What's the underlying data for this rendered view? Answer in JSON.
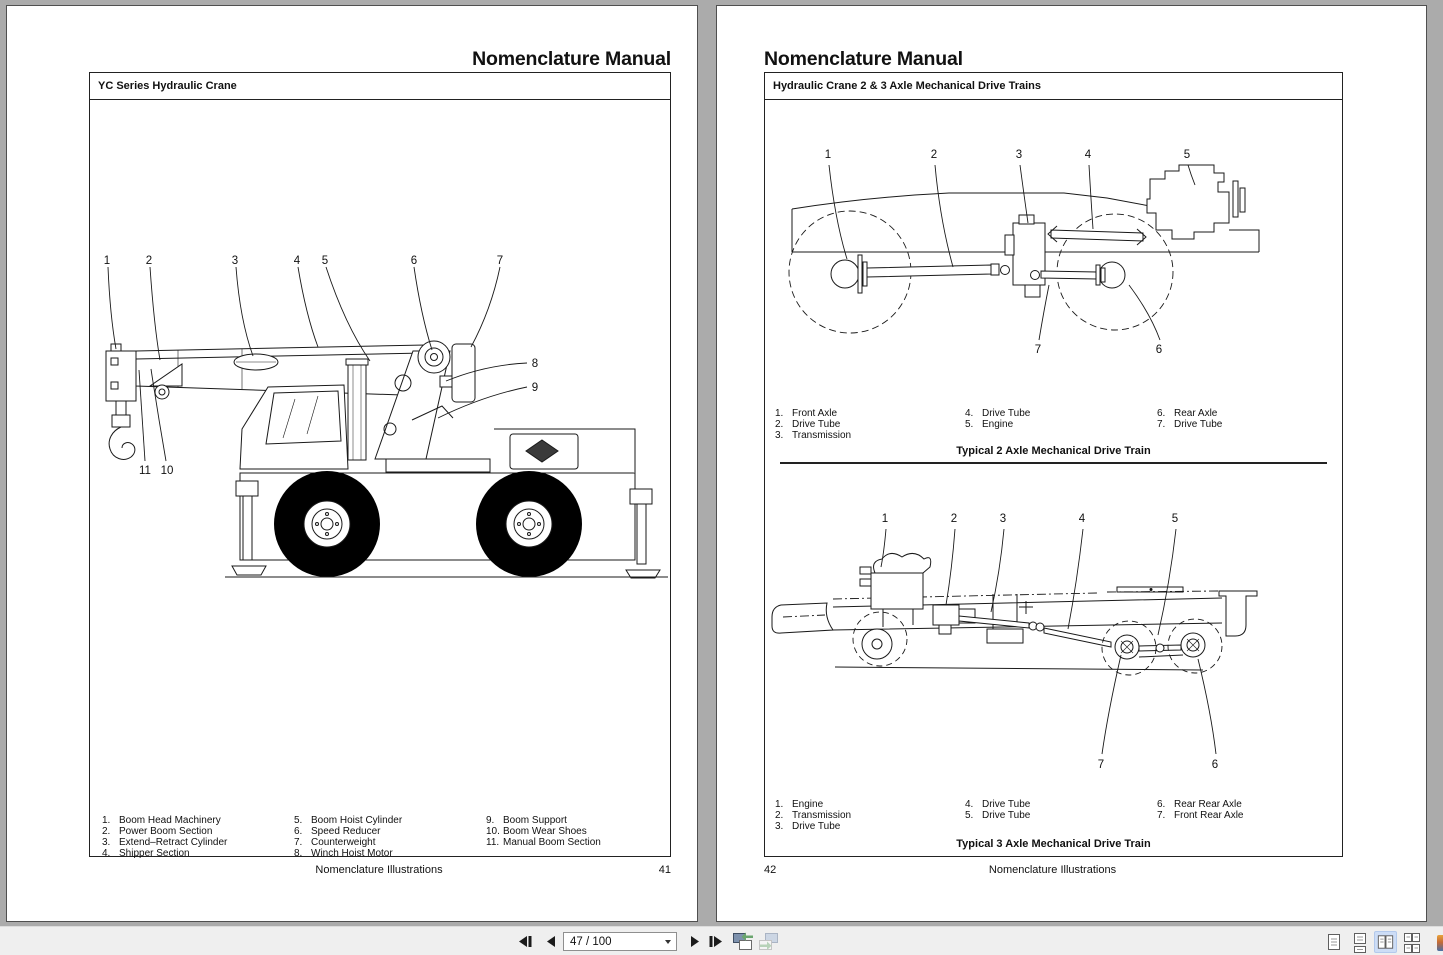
{
  "viewer": {
    "background": "#ababab",
    "toolbar": {
      "page_field_value": "47 / 100",
      "buttons": {
        "first": "first-page",
        "previous": "previous-page",
        "next": "next-page",
        "last": "last-page",
        "previous_view": "previous-view",
        "next_view": "next-view"
      },
      "layout_buttons": [
        "single-page",
        "continuous",
        "two-page",
        "two-page-continuous"
      ],
      "selected_layout": "two-page",
      "clipped_icon": "clipped-icon"
    }
  },
  "left_page": {
    "title": "Nomenclature Manual",
    "box_header": "YC Series Hydraulic Crane",
    "callouts": [
      "1",
      "2",
      "3",
      "4",
      "5",
      "6",
      "7",
      "8",
      "9",
      "11",
      "10"
    ],
    "legend": [
      {
        "n": "1.",
        "t": "Boom Head Machinery"
      },
      {
        "n": "2.",
        "t": "Power Boom Section"
      },
      {
        "n": "3.",
        "t": "Extend–Retract Cylinder"
      },
      {
        "n": "4.",
        "t": "Shipper Section"
      },
      {
        "n": "5.",
        "t": "Boom Hoist Cylinder"
      },
      {
        "n": "6.",
        "t": "Speed Reducer"
      },
      {
        "n": "7.",
        "t": "Counterweight"
      },
      {
        "n": "8.",
        "t": "Winch Hoist Motor"
      },
      {
        "n": "9.",
        "t": "Boom Support"
      },
      {
        "n": "10.",
        "t": "Boom Wear Shoes"
      },
      {
        "n": "11.",
        "t": "Manual Boom Section"
      }
    ],
    "footer_center": "Nomenclature Illustrations",
    "page_number": "41"
  },
  "right_page": {
    "title": "Nomenclature Manual",
    "box_header": "Hydraulic Crane 2 & 3 Axle Mechanical Drive Trains",
    "diagram1": {
      "caption": "Typical 2 Axle Mechanical Drive Train",
      "callouts": [
        "1",
        "2",
        "3",
        "4",
        "5",
        "7",
        "6"
      ],
      "legend": [
        {
          "n": "1.",
          "t": "Front Axle"
        },
        {
          "n": "2.",
          "t": "Drive Tube"
        },
        {
          "n": "3.",
          "t": "Transmission"
        },
        {
          "n": "4.",
          "t": "Drive Tube"
        },
        {
          "n": "5.",
          "t": "Engine"
        },
        {
          "n": "6.",
          "t": "Rear Axle"
        },
        {
          "n": "7.",
          "t": "Drive Tube"
        }
      ]
    },
    "diagram2": {
      "caption": "Typical 3 Axle Mechanical Drive Train",
      "callouts": [
        "1",
        "2",
        "3",
        "4",
        "5",
        "7",
        "6"
      ],
      "legend": [
        {
          "n": "1.",
          "t": "Engine"
        },
        {
          "n": "2.",
          "t": "Transmission"
        },
        {
          "n": "3.",
          "t": "Drive Tube"
        },
        {
          "n": "4.",
          "t": "Drive Tube"
        },
        {
          "n": "5.",
          "t": "Drive Tube"
        },
        {
          "n": "6.",
          "t": "Rear Rear Axle"
        },
        {
          "n": "7.",
          "t": "Front Rear Axle"
        }
      ]
    },
    "page_number": "42",
    "footer_center": "Nomenclature Illustrations"
  }
}
